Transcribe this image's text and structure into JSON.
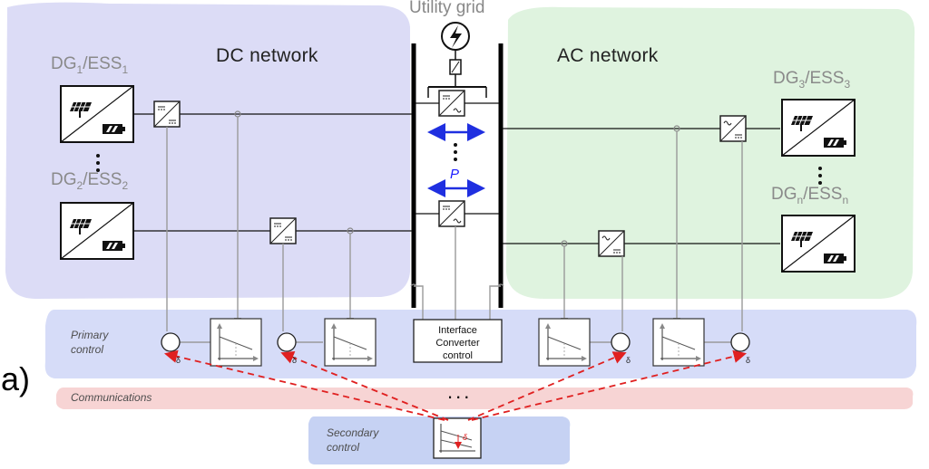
{
  "title": "Utility grid",
  "networks": {
    "dc": "DC network",
    "ac": "AC network"
  },
  "units": [
    {
      "base": "DG",
      "sub1": "1",
      "mid": "/ESS",
      "sub2": "1"
    },
    {
      "base": "DG",
      "sub1": "2",
      "mid": "/ESS",
      "sub2": "2"
    },
    {
      "base": "DG",
      "sub1": "3",
      "mid": "/ESS",
      "sub2": "3"
    },
    {
      "base": "DG",
      "sub1": "n",
      "mid": "/ESS",
      "sub2": "n"
    }
  ],
  "power_flow_label": "P",
  "interface_converter": {
    "line1": "Interface",
    "line2": "Converter",
    "line3": "control"
  },
  "bands": {
    "primary_line1": "Primary",
    "primary_line2": "control",
    "communications": "Communications",
    "secondary_line1": "Secondary",
    "secondary_line2": "control"
  },
  "delta_symbol": "δ",
  "ellipsis": "...",
  "panel_label": "a)",
  "colors": {
    "dc_region": "#dcdcf6",
    "ac_region": "#dff3df",
    "primary_band": "#d6dcf8",
    "comm_band": "#f7d4d4",
    "secondary_band": "#c6d2f3",
    "arrow_blue": "#1f2fe0",
    "comm_red": "#e02020"
  }
}
